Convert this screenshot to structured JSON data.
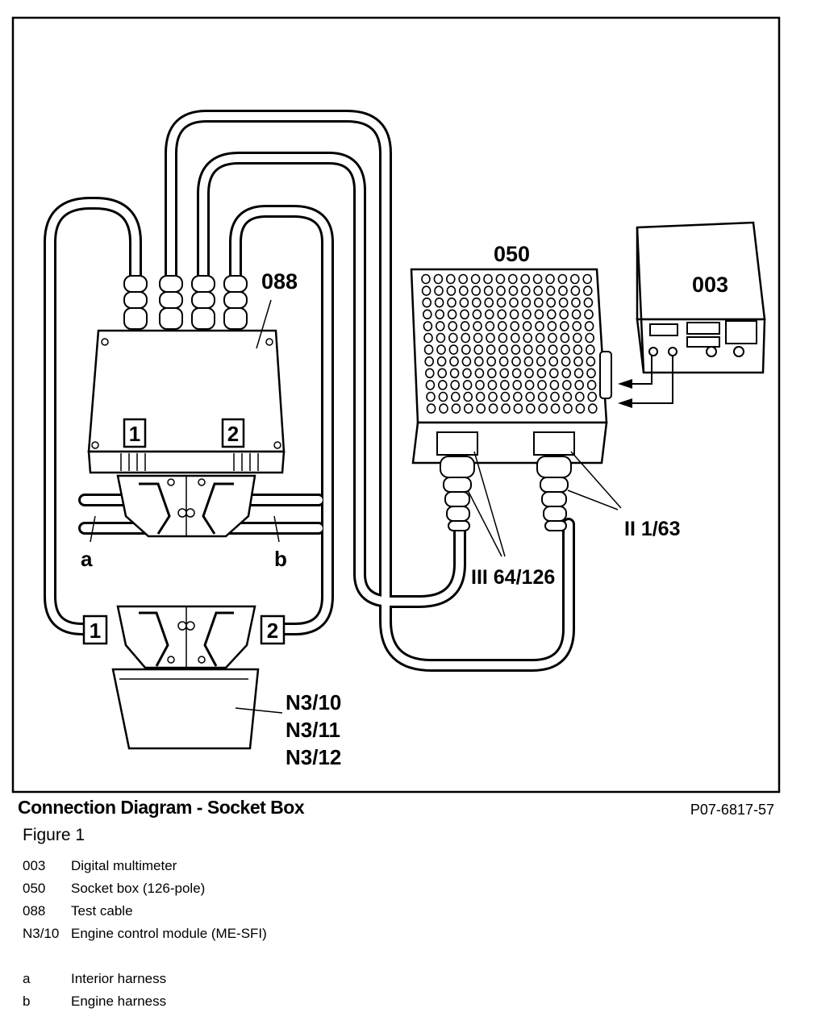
{
  "labels": {
    "test_cable": "088",
    "socket_box": "050",
    "multimeter": "003",
    "connector_1": "1",
    "connector_2": "2",
    "harness_a": "a",
    "harness_b": "b",
    "socket_iii": "III 64/126",
    "socket_ii": "II 1/63",
    "ecm_1": "N3/10",
    "ecm_2": "N3/11",
    "ecm_3": "N3/12"
  },
  "caption": {
    "title": "Connection Diagram - Socket Box",
    "figure_ref": "P07-6817-57",
    "figure": "Figure 1"
  },
  "legend": [
    {
      "code": "003",
      "desc": "Digital multimeter"
    },
    {
      "code": "050",
      "desc": "Socket box (126-pole)"
    },
    {
      "code": "088",
      "desc": "Test cable"
    },
    {
      "code": "N3/10",
      "desc": "Engine control module (ME-SFI)"
    },
    {
      "code": "a",
      "desc": "Interior harness"
    },
    {
      "code": "b",
      "desc": "Engine harness"
    }
  ]
}
